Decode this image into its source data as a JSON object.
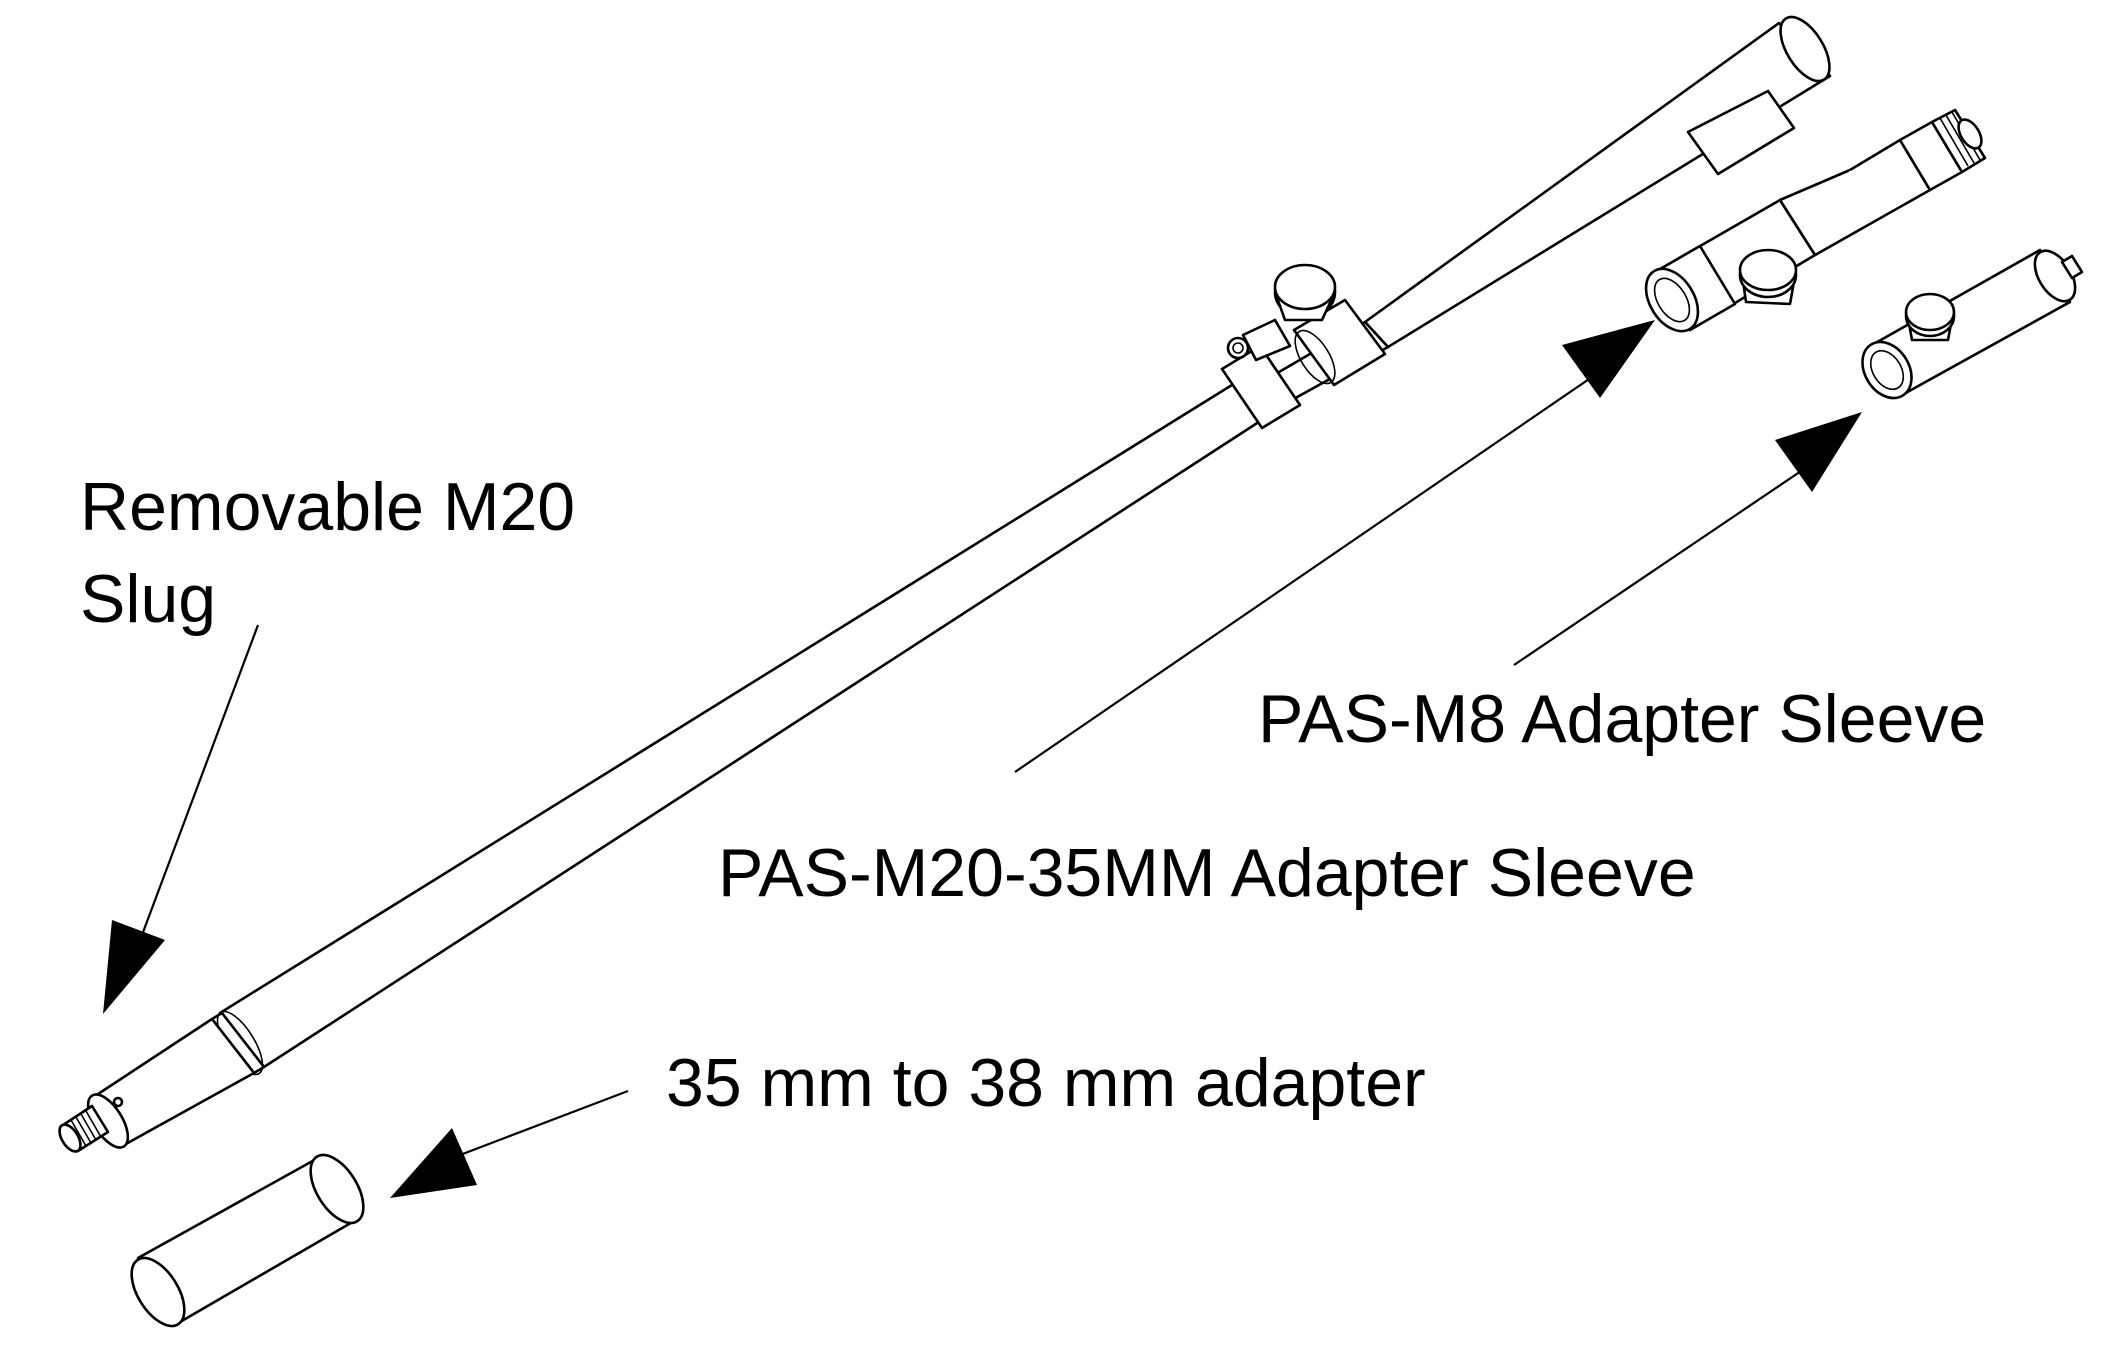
{
  "diagram": {
    "labels": {
      "slug": [
        "Removable M20",
        "Slug"
      ],
      "m8_sleeve": "PAS-M8 Adapter Sleeve",
      "m20_sleeve": "PAS-M20-35MM Adapter Sleeve",
      "adapter": "35 mm to 38 mm adapter"
    },
    "colors": {
      "line": "#000000",
      "background": "#ffffff"
    }
  }
}
